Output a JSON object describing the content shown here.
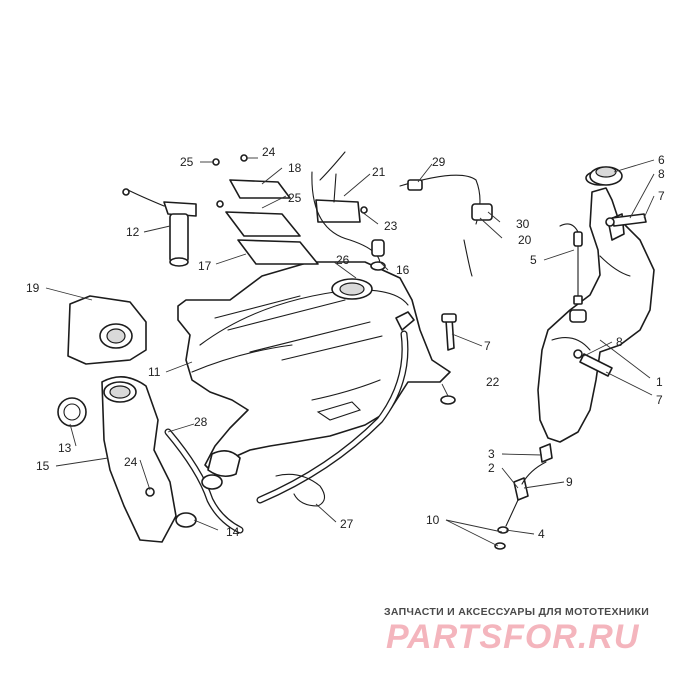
{
  "callouts": [
    {
      "id": "c1",
      "label": "1"
    },
    {
      "id": "c2",
      "label": "2"
    },
    {
      "id": "c3",
      "label": "3"
    },
    {
      "id": "c4",
      "label": "4"
    },
    {
      "id": "c5",
      "label": "5"
    },
    {
      "id": "c6",
      "label": "6"
    },
    {
      "id": "c7a",
      "label": "7"
    },
    {
      "id": "c7b",
      "label": "7"
    },
    {
      "id": "c7c",
      "label": "7"
    },
    {
      "id": "c8a",
      "label": "8"
    },
    {
      "id": "c8b",
      "label": "8"
    },
    {
      "id": "c9",
      "label": "9"
    },
    {
      "id": "c10",
      "label": "10"
    },
    {
      "id": "c11",
      "label": "11"
    },
    {
      "id": "c12",
      "label": "12"
    },
    {
      "id": "c13",
      "label": "13"
    },
    {
      "id": "c14",
      "label": "14"
    },
    {
      "id": "c15",
      "label": "15"
    },
    {
      "id": "c16",
      "label": "16"
    },
    {
      "id": "c17",
      "label": "17"
    },
    {
      "id": "c18",
      "label": "18"
    },
    {
      "id": "c19",
      "label": "19"
    },
    {
      "id": "c20",
      "label": "20"
    },
    {
      "id": "c21",
      "label": "21"
    },
    {
      "id": "c22",
      "label": "22"
    },
    {
      "id": "c23",
      "label": "23"
    },
    {
      "id": "c24a",
      "label": "24"
    },
    {
      "id": "c24b",
      "label": "24"
    },
    {
      "id": "c25a",
      "label": "25"
    },
    {
      "id": "c25b",
      "label": "25"
    },
    {
      "id": "c26",
      "label": "26"
    },
    {
      "id": "c27",
      "label": "27"
    },
    {
      "id": "c28",
      "label": "28"
    },
    {
      "id": "c29",
      "label": "29"
    },
    {
      "id": "c30",
      "label": "30"
    }
  ],
  "watermark": {
    "subtitle": "ЗАПЧАСТИ И АКСЕССУАРЫ ДЛЯ МОТОТЕХНИКИ",
    "logo": "PARTSFOR.RU"
  }
}
